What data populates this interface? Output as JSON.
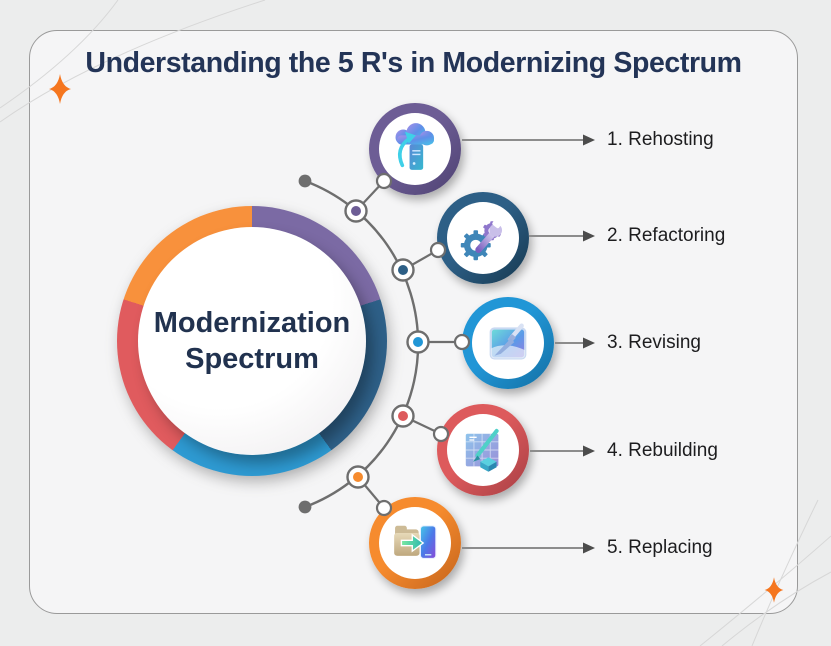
{
  "title": "Understanding the 5 R's in Modernizing Spectrum",
  "wheel": {
    "center_line1": "Modernization",
    "center_line2": "Spectrum",
    "segments": [
      {
        "name": "purple",
        "color": "#7b6aa4",
        "from": 0,
        "to": 72
      },
      {
        "name": "steel-blue",
        "color": "#2e6088",
        "from": 72,
        "to": 144
      },
      {
        "name": "light-blue",
        "color": "#2e9ad2",
        "from": 144,
        "to": 216
      },
      {
        "name": "red",
        "color": "#e05b5e",
        "from": 216,
        "to": 288
      },
      {
        "name": "orange",
        "color": "#f8913c",
        "from": 288,
        "to": 360
      }
    ]
  },
  "items": [
    {
      "label": "1. Rehosting",
      "icon": "cloud-migration-icon",
      "ring": "#6d5d95",
      "ring_dark": "#4e4272"
    },
    {
      "label": "2. Refactoring",
      "icon": "gear-wrench-icon",
      "ring": "#2d5f86",
      "ring_dark": "#16384f"
    },
    {
      "label": "3. Revising",
      "icon": "screen-paintbrush-icon",
      "ring": "#2196d6",
      "ring_dark": "#136fa3"
    },
    {
      "label": "4. Rebuilding",
      "icon": "blueprint-pen-icon",
      "ring": "#dd5a5c",
      "ring_dark": "#a73f44"
    },
    {
      "label": "5. Replacing",
      "icon": "folder-to-phone-icon",
      "ring": "#f68b2e",
      "ring_dark": "#c4641c"
    }
  ],
  "decor": {
    "sparkle_color": "#f5761f",
    "line_color": "#d7d7d7"
  },
  "colors": {
    "background": "#eceded",
    "card": "#f5f5f6",
    "card_border": "#9a9a9a",
    "title": "#233457",
    "label": "#1d1d1f",
    "connector": "#6e6e6e",
    "arrow_line": "#8c8c8c",
    "arrow_head": "#4c4c4c"
  }
}
